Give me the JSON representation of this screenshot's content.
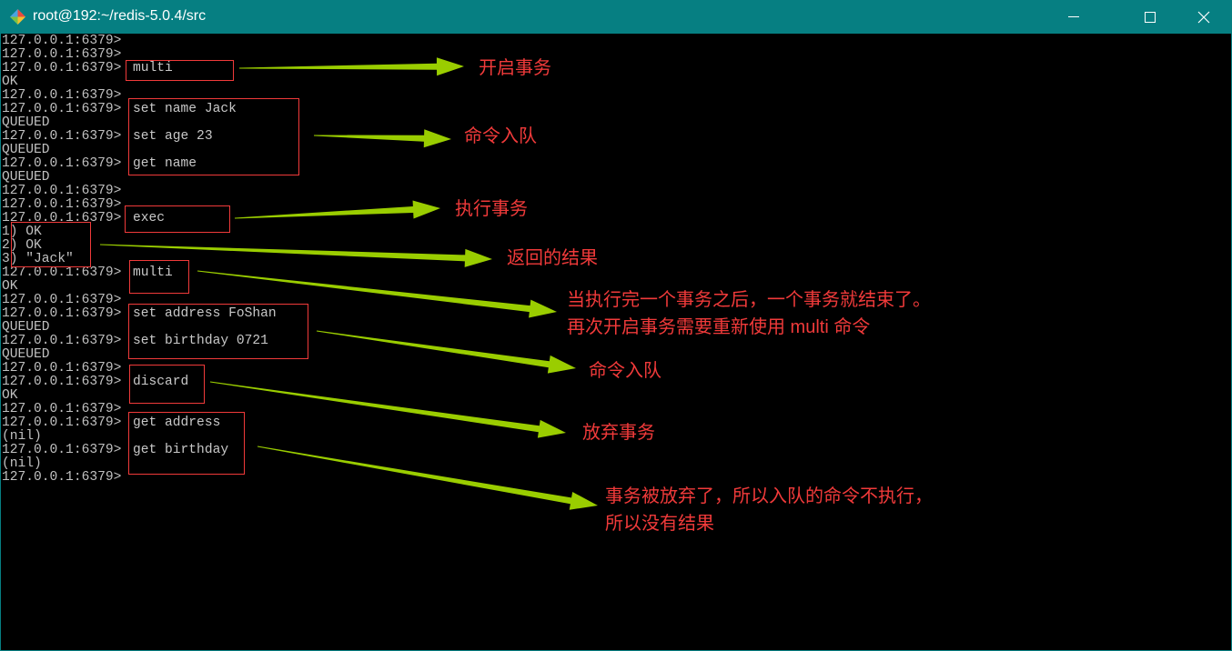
{
  "window": {
    "title": "root@192:~/redis-5.0.4/src",
    "controls": {
      "minimize": "minimize-icon",
      "maximize": "maximize-icon",
      "close": "close-icon"
    }
  },
  "terminal": {
    "lines": [
      "127.0.0.1:6379>",
      "127.0.0.1:6379>",
      "127.0.0.1:6379>",
      "OK",
      "127.0.0.1:6379>",
      "127.0.0.1:6379>",
      "QUEUED",
      "127.0.0.1:6379>",
      "QUEUED",
      "127.0.0.1:6379>",
      "QUEUED",
      "127.0.0.1:6379>",
      "127.0.0.1:6379>",
      "127.0.0.1:6379>",
      "1) OK",
      "2) OK",
      "3) \"Jack\"",
      "127.0.0.1:6379>",
      "OK",
      "127.0.0.1:6379>",
      "127.0.0.1:6379>",
      "QUEUED",
      "127.0.0.1:6379>",
      "QUEUED",
      "127.0.0.1:6379>",
      "127.0.0.1:6379>",
      "OK",
      "127.0.0.1:6379>",
      "127.0.0.1:6379>",
      "(nil)",
      "127.0.0.1:6379>",
      "(nil)",
      "127.0.0.1:6379>"
    ],
    "commands": [
      "multi",
      "set name Jack",
      "set age 23",
      "get name",
      "exec",
      "multi",
      "set address FoShan",
      "set birthday 0721",
      "discard",
      "get address",
      "get birthday"
    ]
  },
  "annotations": {
    "start_tx": "开启事务",
    "enqueue1": "命令入队",
    "exec_tx": "执行事务",
    "result": "返回的结果",
    "tx_end_1": "当执行完一个事务之后，一个事务就结束了。",
    "tx_end_2": "再次开启事务需要重新使用 multi 命令",
    "enqueue2": "命令入队",
    "discard_tx": "放弃事务",
    "discarded_1": "事务被放弃了，所以入队的命令不执行，",
    "discarded_2": "所以没有结果"
  },
  "colors": {
    "titlebar": "#067f82",
    "annotation": "#f03a3a",
    "arrow": "#9acd00",
    "text": "#c0c0c0"
  }
}
